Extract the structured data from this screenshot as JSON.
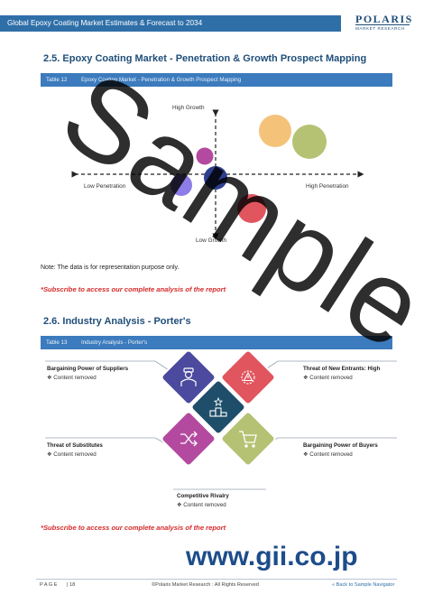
{
  "header": {
    "title": "Global Epoxy Coating Market Estimates & Forecast to 2034",
    "logo_name": "POLARIS",
    "logo_sub": "MARKET RESEARCH"
  },
  "section1": {
    "title": "2.5. Epoxy Coating Market - Penetration & Growth Prospect Mapping",
    "table_no": "Table 12",
    "table_title": "Epoxy Coating Market - Penetration & Growth Prospect Mapping",
    "axis": {
      "high_growth": "High Growth",
      "low_growth": "Low Growth",
      "low_penetration": "Low Penetration",
      "high_penetration": "High Penetration"
    },
    "note": "Note: The data is for representation purpose only.",
    "subscribe": "*Subscribe to access our complete analysis of the report"
  },
  "section2": {
    "title": "2.6. Industry Analysis - Porter's",
    "table_no": "Table 13",
    "table_title": "Industry Analysis - Porter's",
    "forces": {
      "suppliers": {
        "title": "Bargaining Power of Suppliers",
        "item": "Content removed"
      },
      "new_entrants": {
        "title": "Threat of New Entrants: High",
        "item": "Content removed"
      },
      "substitutes": {
        "title": "Threat of Substitutes",
        "item": "Content removed"
      },
      "buyers": {
        "title": "Bargaining Power of Buyers",
        "item": "Content removed"
      },
      "rivalry": {
        "title": "Competitive Rivalry",
        "item": "Content removed"
      }
    },
    "subscribe": "*Subscribe to access our complete analysis of the report"
  },
  "footer": {
    "page_label": "P A G E",
    "page_number": "| 18",
    "copyright": "©Polaris Market Research : All Rights Reserved",
    "back_link": "« Back to Sample Navigator"
  },
  "watermark": "Sample",
  "site": "www.gii.co.jp",
  "colors": {
    "header_blue": "#2f6fa8",
    "table_blue": "#3c7bbd",
    "title_blue": "#1f4e79",
    "subscribe_red": "#d62828",
    "bubble_orange": "#f5c27a",
    "bubble_olive": "#b5c273",
    "bubble_magenta": "#b44aa0",
    "bubble_navy": "#2f3f8f",
    "bubble_lavender": "#8c7de8",
    "bubble_red": "#e0555e"
  },
  "icons": {
    "suppliers": "worker-icon",
    "new_entrants": "gear-warning-icon",
    "rivalry": "podium-icon",
    "substitutes": "shuffle-icon",
    "buyers": "shopping-cart-icon"
  }
}
